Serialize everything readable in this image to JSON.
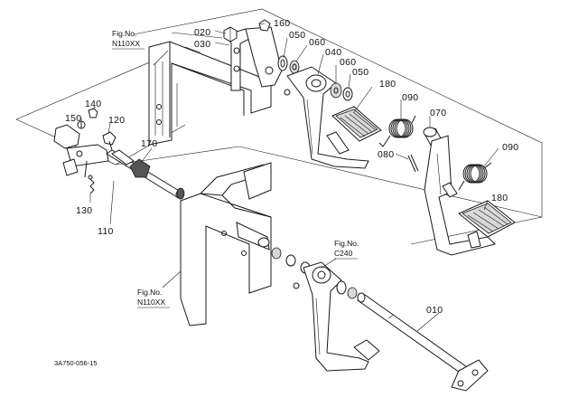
{
  "diagram": {
    "code": "3A750-056-15",
    "ref_labels": [
      {
        "id": "ref-top",
        "line1": "Fig.No.",
        "line2": "N110XX"
      },
      {
        "id": "ref-middle",
        "line1": "Fig.No.",
        "line2": "C240"
      },
      {
        "id": "ref-bottom",
        "line1": "Fig.No.",
        "line2": "N110XX"
      }
    ],
    "parts": [
      {
        "id": "p020",
        "label": "020"
      },
      {
        "id": "p160",
        "label": "160"
      },
      {
        "id": "p030",
        "label": "030"
      },
      {
        "id": "p050a",
        "label": "050"
      },
      {
        "id": "p060a",
        "label": "060"
      },
      {
        "id": "p040",
        "label": "040"
      },
      {
        "id": "p060b",
        "label": "060"
      },
      {
        "id": "p050b",
        "label": "050"
      },
      {
        "id": "p180a",
        "label": "180"
      },
      {
        "id": "p090a",
        "label": "090"
      },
      {
        "id": "p070",
        "label": "070"
      },
      {
        "id": "p080",
        "label": "080"
      },
      {
        "id": "p090b",
        "label": "090"
      },
      {
        "id": "p180b",
        "label": "180"
      },
      {
        "id": "p140",
        "label": "140"
      },
      {
        "id": "p150",
        "label": "150"
      },
      {
        "id": "p120",
        "label": "120"
      },
      {
        "id": "p170",
        "label": "170"
      },
      {
        "id": "p130",
        "label": "130"
      },
      {
        "id": "p110",
        "label": "110"
      },
      {
        "id": "p010",
        "label": "010"
      }
    ]
  }
}
